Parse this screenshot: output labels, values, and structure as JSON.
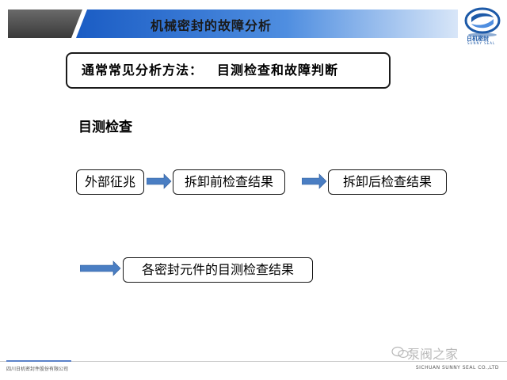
{
  "header": {
    "title": "机械密封的故障分析",
    "logo_text": "日机密封",
    "logo_subtext": "SUNNY SEAL"
  },
  "method_box": {
    "label": "通常常见分析方法：",
    "value": "目测检查和故障判断"
  },
  "section_heading": "目测检查",
  "flow": {
    "step1": "外部征兆",
    "step2": "拆卸前检查结果",
    "step3": "拆卸后检查结果",
    "step4": "各密封元件的目测检查结果"
  },
  "footer": {
    "left": "四川日机密封件股份有限公司",
    "right": "SICHUAN SUNNY SEAL CO.,LTD"
  },
  "watermark": "泵阀之家",
  "colors": {
    "banner_gray": "#4a4a4a",
    "banner_blue": "#1e63c8",
    "banner_light": "#bcd2f3",
    "arrow_blue": "#4a7ec3",
    "logo_blue": "#1d5aa8"
  }
}
